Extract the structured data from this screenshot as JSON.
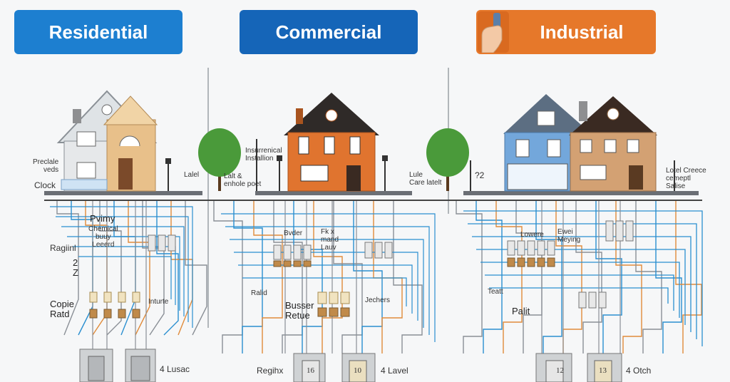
{
  "headers": {
    "residential": "Residential",
    "commercial": "Commercial",
    "industrial": "Industrial"
  },
  "colors": {
    "residential": "#1d7fd0",
    "commercial": "#1565b8",
    "industrial": "#e6782a",
    "wire_blue": "#2a8fd0",
    "wire_gray": "#8a8f96",
    "wire_orange": "#e08b3a"
  },
  "icons": {
    "header_icon": "hand-wrench-icon"
  },
  "labels": {
    "res": {
      "precise": "Preclale\nveds",
      "clock": "Clock",
      "primary": "Pvimy",
      "chemical": "Chemical\nbuuy\nLeeerd",
      "regional": "Ragiinl",
      "z": "2\nZ",
      "copie": "Copie\nRatd",
      "inte": "Inturte",
      "bottom": "4  Lusac"
    },
    "com": {
      "insurance": "Insurrenical\nInstallion",
      "lalel": "Lalel",
      "lalt": "Lalt &\nenhole poet",
      "border": "Bvder",
      "mixed": "Fk x\nmand\nLauv",
      "busser": "Busser\nRetue",
      "jechers": "Jechers",
      "regihx": "Regihx",
      "meter1": "16",
      "meter2": "10",
      "level": "4  Lavel",
      "bottom_left": "Ralid"
    },
    "ind": {
      "lule": "Lule\nCare latelt",
      "two": "?2",
      "lotel": "Lotel Creece\ncemeptl\nSalise",
      "lowere": "Lowere",
      "ewei": "Ewei\nMeying",
      "teatt": "Teatt",
      "palit": "Palit",
      "meter1": "12",
      "meter2": "13",
      "bottom": "4  Otch"
    }
  }
}
